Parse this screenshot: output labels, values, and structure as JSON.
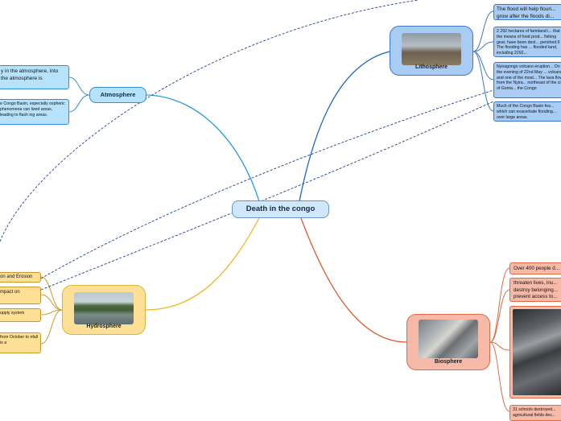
{
  "central": {
    "label": "Death in the congo"
  },
  "branches": {
    "atmosphere": {
      "label": "Atmosphere",
      "color": "#2f8fd8"
    },
    "lithosphere": {
      "label": "Lithosphere",
      "color": "#3b78c9"
    },
    "hydrosphere": {
      "label": "Hydrosphere",
      "color": "#f0b52a"
    },
    "biosphere": {
      "label": "Biosphere",
      "color": "#e06a47"
    }
  },
  "lithosphere_notes": [
    "The flood will help flouri... grow after the floods di...",
    "2 292 hectares of farmland i... that the means of food prod... fishing gear, have been dest... perished.9 The flooding has ... flooded land, including 2292...",
    "Nyiragongo volcano eruption... On the evening of 22nd May ... volcano and one of the most... The lava flow from the Nyira... northeast of the city of Goma... the Congo",
    "Much of the Congo Basin fea... which can exacerbate flooding... over large areas."
  ],
  "atmosphere_notes": [
    "y in the atmosphere, into the atmosphere is",
    "e Congo Basin, especially ospheric phenomena can lized areas, leading to flash ing areas."
  ],
  "hydrosphere_notes": [
    "on and Erosion",
    "mpact on",
    "upply system",
    "from October to nfall is a"
  ],
  "biosphere_notes": [
    "Over 400 people d...",
    "threaten lives, inu... destroy belonging... prevent access to...",
    "",
    "31 schools destroyed... agricultural fields dev..."
  ]
}
